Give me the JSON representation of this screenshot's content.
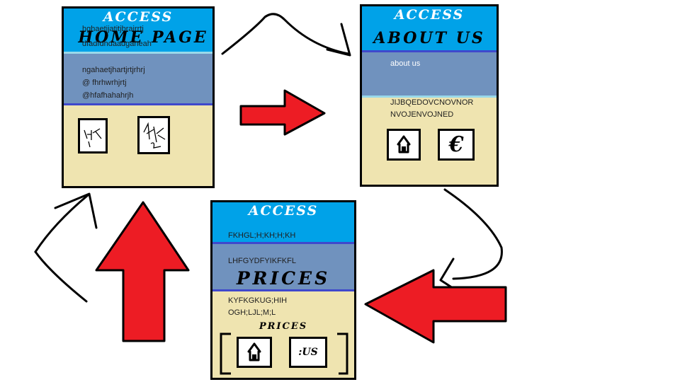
{
  "home": {
    "access": "ACCESS",
    "title": "HOME PAGE",
    "header_text": [
      "hghaetjjatjtjbrajrrtj",
      "dfadfdhdaadgaheah"
    ],
    "body_text": [
      "ngahaetjhartjrtjrhrj",
      "@ fhrhwrhjrtj",
      "@hfafhahahrjh"
    ],
    "icons": [
      "scribble-icon",
      "scribble-icon"
    ]
  },
  "about": {
    "access": "ACCESS",
    "title": "ABOUT US",
    "header_text": "about us",
    "body_text": [
      "JIJBQEDOVCNOVNOR",
      "NVOJENVOJNED"
    ],
    "icons": [
      "home-icon",
      "euro-icon"
    ]
  },
  "prices": {
    "access": "ACCESS",
    "title": "PRICES",
    "header_text": "FKHGL;H;KH;H;KH",
    "mid_text": "LHFGYDFYIKFKFL",
    "body_text": [
      "KYFKGKUG;HIH",
      "OGH;LJL;M;L"
    ],
    "subtitle": "PRICES",
    "icon_label": ":US",
    "icons": [
      "home-icon",
      "us-icon"
    ]
  },
  "colors": {
    "header": "#00a2e8",
    "mid": "#7092be",
    "body": "#efe4b0",
    "arrow": "#ed1c24",
    "divider": "#3f48cc"
  }
}
